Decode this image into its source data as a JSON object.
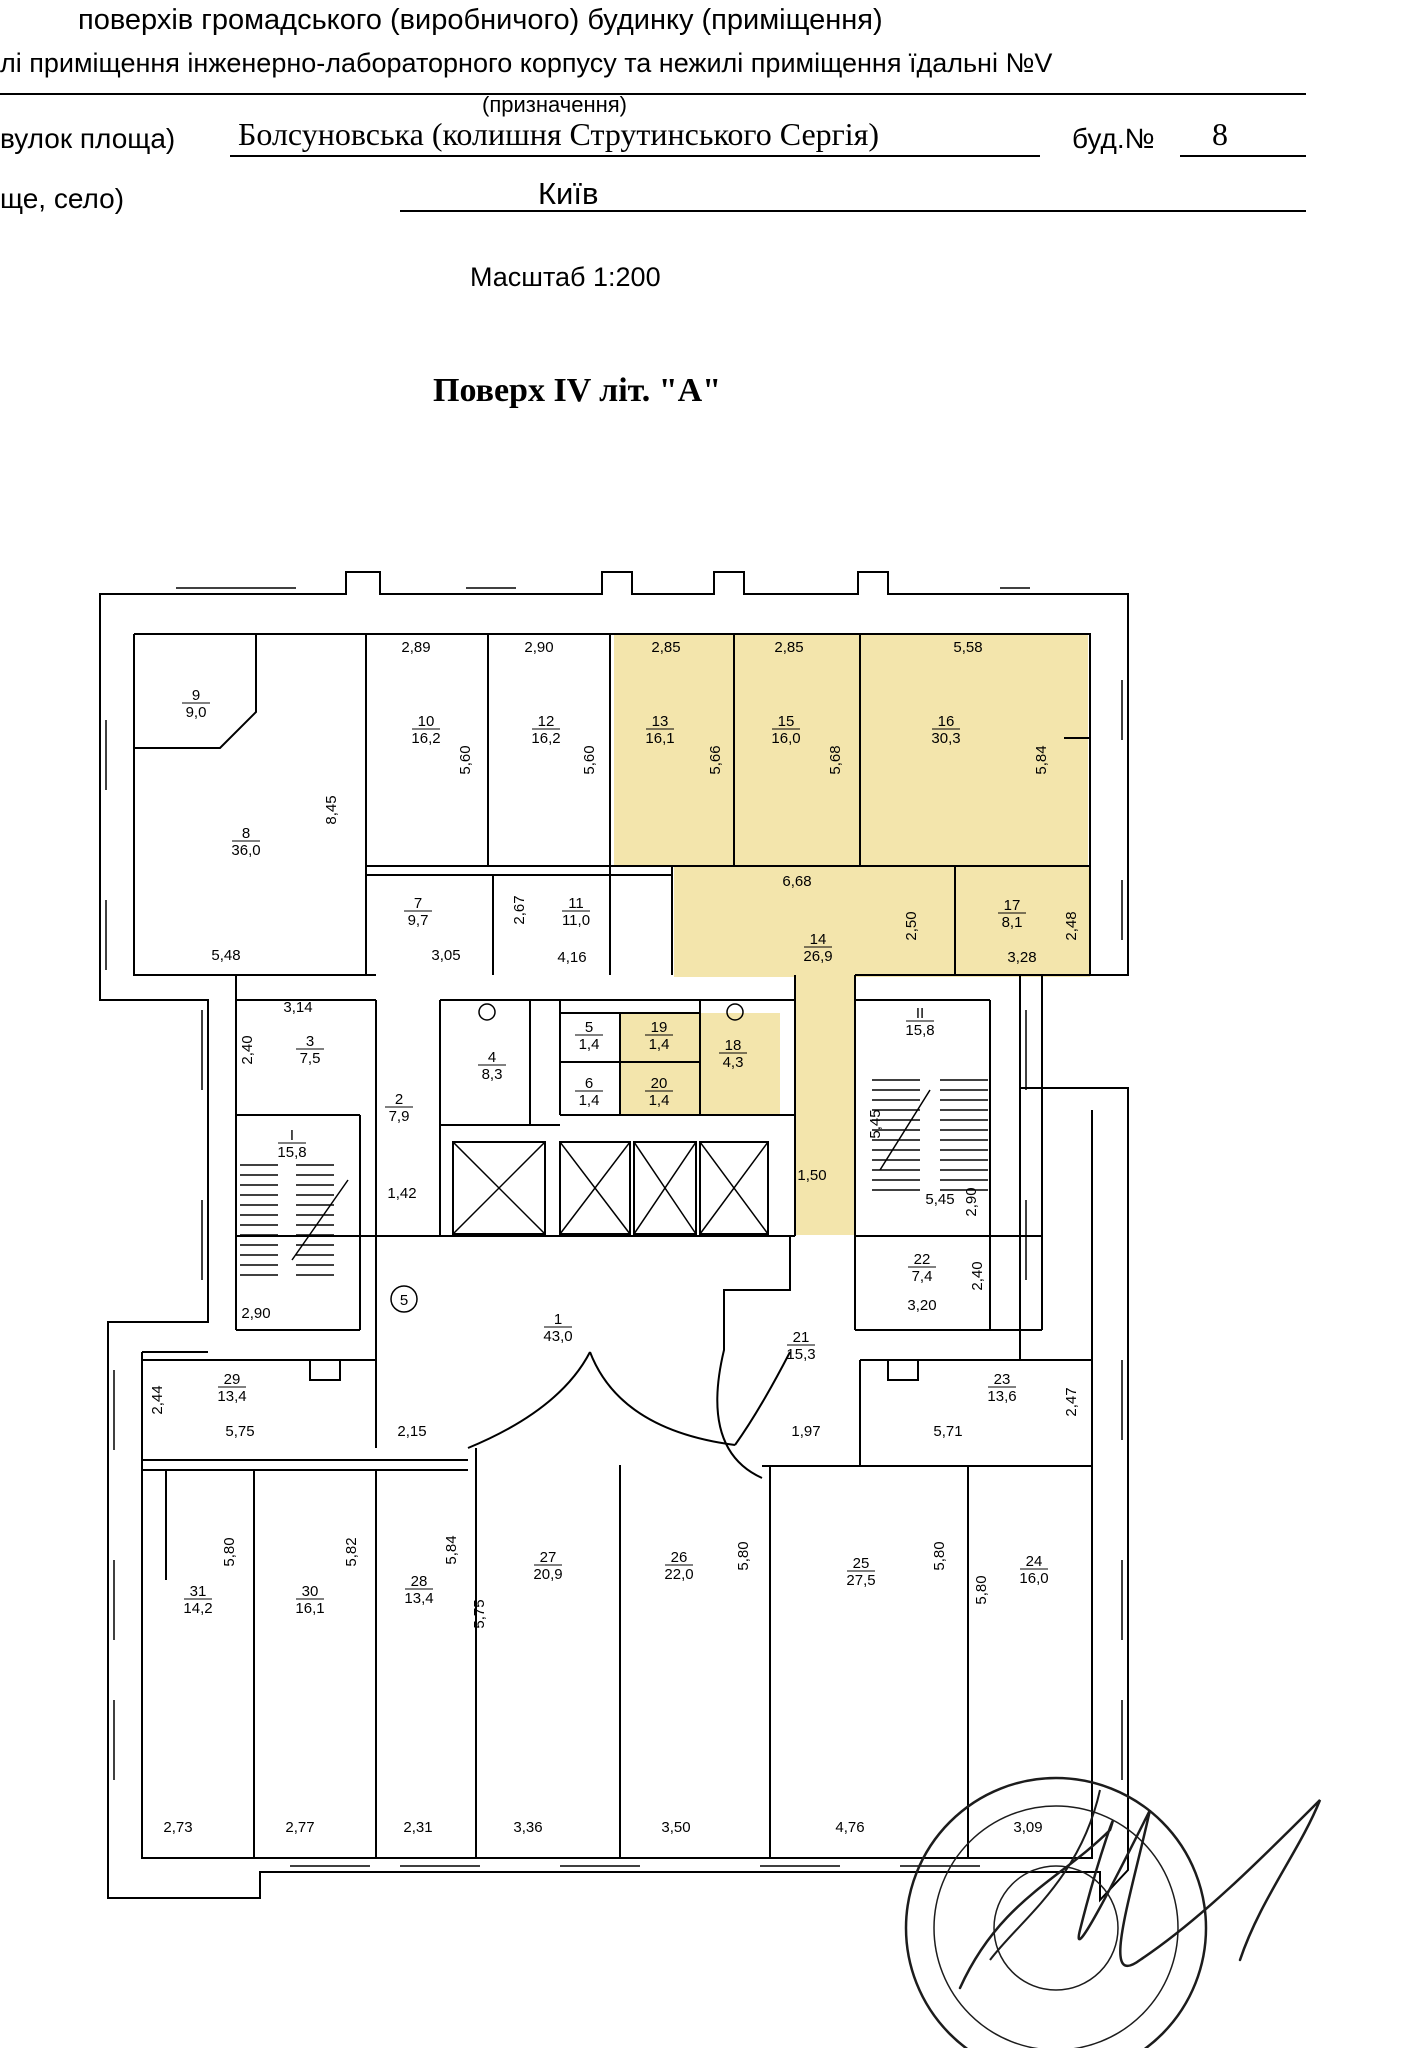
{
  "header": {
    "line1": "поверхів громадського (виробничого) будинку (приміщення)",
    "line2": "лі приміщення інженерно-лабораторного корпусу та нежилі приміщення їдальні №V",
    "purpose_caption": "(призначення)",
    "street_label": "вулок площа)",
    "street_value": "Болсуновська (колишня Струтинського Сергія)",
    "building_label": "буд.№",
    "building_value": "8",
    "city_label": "ще, село)",
    "city_value": "Київ",
    "scale": "Масштаб 1:200",
    "floor_title": "Поверх IV літ. \"А\""
  },
  "plan": {
    "highlight_color": "#f3e5ac",
    "wall_color": "#000000",
    "rooms": [
      {
        "num": "9",
        "area": "9,0"
      },
      {
        "num": "8",
        "area": "36,0"
      },
      {
        "num": "10",
        "area": "16,2"
      },
      {
        "num": "12",
        "area": "16,2"
      },
      {
        "num": "13",
        "area": "16,1"
      },
      {
        "num": "15",
        "area": "16,0"
      },
      {
        "num": "16",
        "area": "30,3"
      },
      {
        "num": "7",
        "area": "9,7"
      },
      {
        "num": "11",
        "area": "11,0"
      },
      {
        "num": "14",
        "area": "26,9"
      },
      {
        "num": "17",
        "area": "8,1"
      },
      {
        "num": "3",
        "area": "7,5"
      },
      {
        "num": "2",
        "area": "7,9"
      },
      {
        "num": "4",
        "area": "8,3"
      },
      {
        "num": "5",
        "area": "1,4"
      },
      {
        "num": "6",
        "area": "1,4"
      },
      {
        "num": "19",
        "area": "1,4"
      },
      {
        "num": "20",
        "area": "1,4"
      },
      {
        "num": "18",
        "area": "4,3"
      },
      {
        "num": "II",
        "area": "15,8"
      },
      {
        "num": "I",
        "area": "15,8"
      },
      {
        "num": "22",
        "area": "7,4"
      },
      {
        "num": "1",
        "area": "43,0"
      },
      {
        "num": "21",
        "area": "15,3"
      },
      {
        "num": "29",
        "area": "13,4"
      },
      {
        "num": "23",
        "area": "13,6"
      },
      {
        "num": "31",
        "area": "14,2"
      },
      {
        "num": "30",
        "area": "16,1"
      },
      {
        "num": "28",
        "area": "13,4"
      },
      {
        "num": "27",
        "area": "20,9"
      },
      {
        "num": "26",
        "area": "22,0"
      },
      {
        "num": "25",
        "area": "27,5"
      },
      {
        "num": "24",
        "area": "16,0"
      }
    ],
    "dims": [
      "2,89",
      "2,90",
      "2,85",
      "2,85",
      "5,58",
      "5,60",
      "5,60",
      "5,66",
      "5,68",
      "5,84",
      "8,45",
      "5,48",
      "3,05",
      "2,67",
      "4,16",
      "6,68",
      "2,50",
      "2,48",
      "3,28",
      "3,14",
      "2,40",
      "1,42",
      "1,50",
      "2,90",
      "5,45",
      "5,45",
      "2,90",
      "2,40",
      "3,20",
      "2,44",
      "5,75",
      "2,15",
      "1,97",
      "5,71",
      "2,47",
      "5,80",
      "5,82",
      "5,84",
      "5,75",
      "5,80",
      "5,80",
      "5,80",
      "2,73",
      "2,77",
      "2,31",
      "3,36",
      "3,50",
      "4,76",
      "3,09"
    ],
    "circle_marker": "5"
  }
}
